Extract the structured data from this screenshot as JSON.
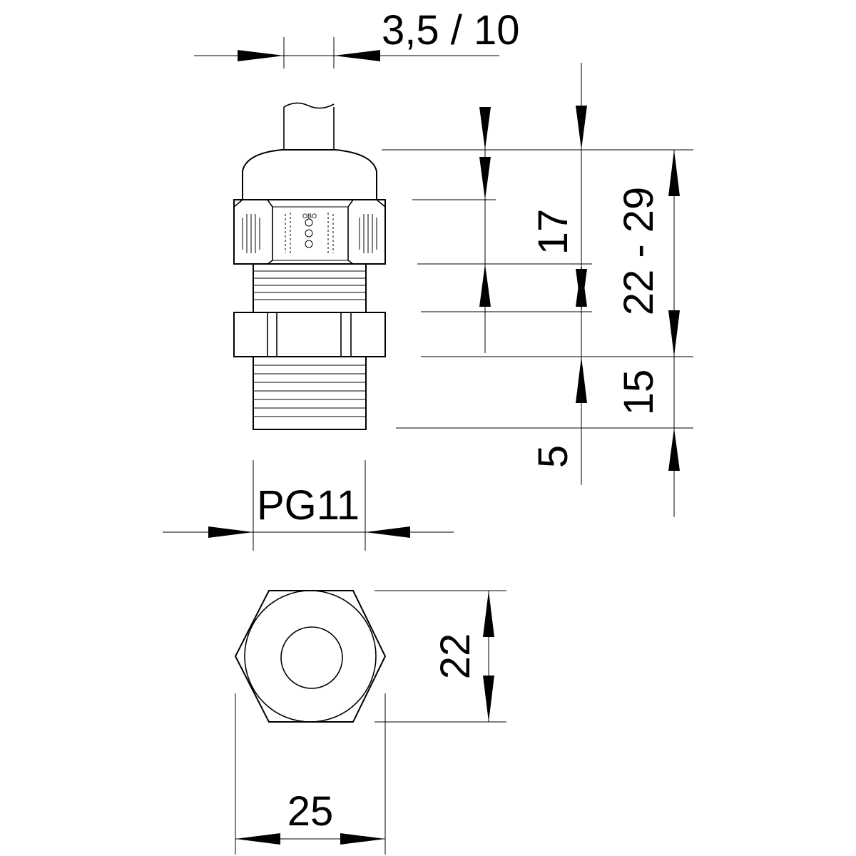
{
  "dimensions": {
    "cable_range": "3,5 / 10",
    "thread": "PG11",
    "dim_17": "17",
    "dim_22_29": "22 - 29",
    "dim_15": "15",
    "dim_5": "5",
    "across_flats": "22",
    "across_corners": "25"
  }
}
